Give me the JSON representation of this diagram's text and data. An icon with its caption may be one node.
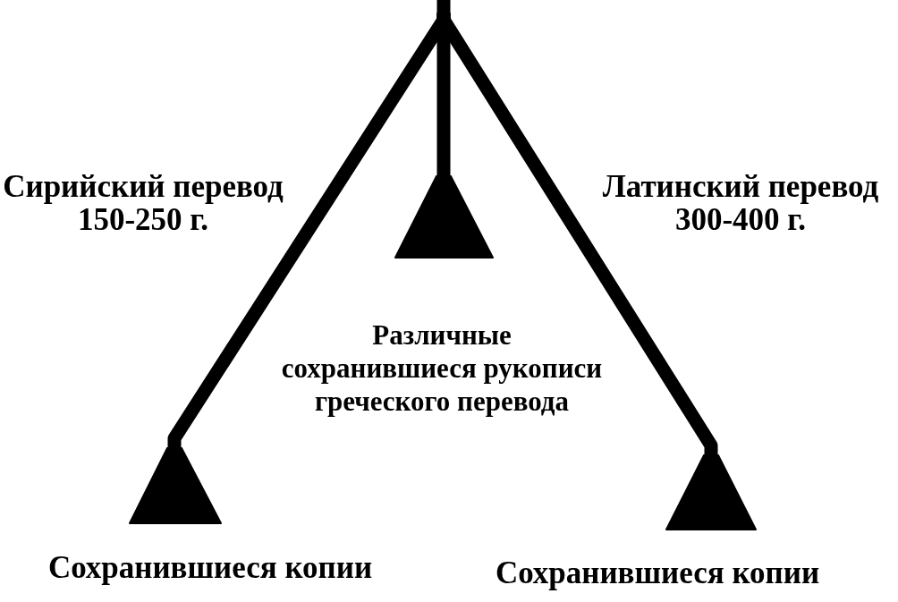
{
  "diagram": {
    "nodes": [
      {
        "text": [],
        "shape": "triangle",
        "beside": [
          "Сохранившиеся копии"
        ]
      },
      {
        "text": [],
        "shape": "triangle",
        "beside": [
          "Различные сохранившиеся рукописи греческого перевода"
        ]
      },
      {
        "text": [],
        "shape": "triangle",
        "beside": [
          "Сохранившиеся копии"
        ]
      }
    ],
    "edges": [
      {
        "from": null,
        "to": 0,
        "arrow": "none",
        "label": "Сирийский перевод 150-250 г."
      },
      {
        "from": null,
        "to": 1,
        "arrow": "none"
      },
      {
        "from": null,
        "to": 2,
        "arrow": "none",
        "label": "Латинский перевод 300-400 г."
      }
    ]
  }
}
